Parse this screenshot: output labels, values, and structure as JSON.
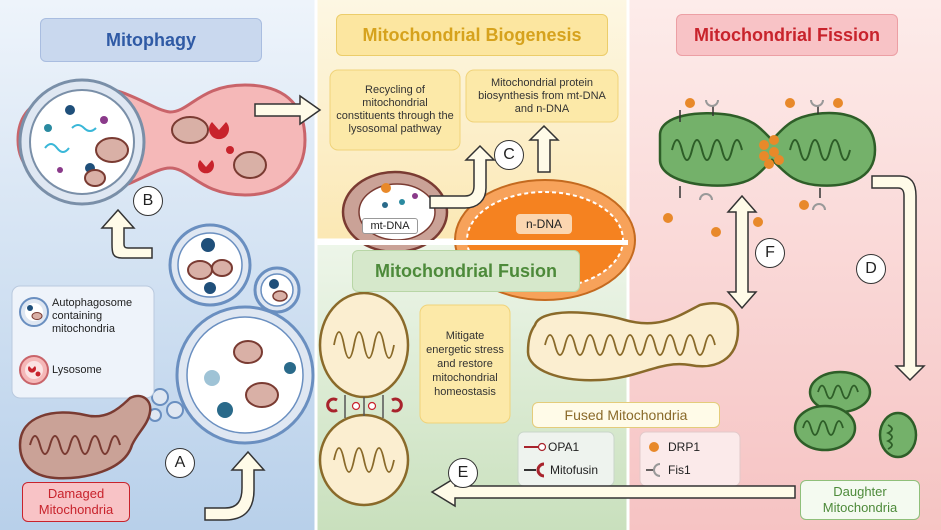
{
  "panels": {
    "mitophagy": {
      "title": "Mitophagy"
    },
    "biogenesis": {
      "title": "Mitochondrial Biogenesis",
      "box1": "Recycling of mitochondrial constituents through the lysosomal pathway",
      "box2": "Mitochondrial protein biosynthesis from mt-DNA and n-DNA",
      "mtdna": "mt-DNA",
      "ndna": "n-DNA"
    },
    "fission": {
      "title": "Mitochondrial Fission",
      "daughter": "Daughter Mitochondria"
    },
    "fusion": {
      "title": "Mitochondrial Fusion",
      "box": "Mitigate energetic stress and restore mitochondrial homeostasis",
      "fused": "Fused Mitochondria"
    }
  },
  "legend_left": {
    "autophagosome": "Autophagosome containing mitochondria",
    "lysosome": "Lysosome"
  },
  "legend_fusion": {
    "opa1": "OPA1",
    "mitofusin": "Mitofusin"
  },
  "legend_fission": {
    "drp1": "DRP1",
    "fis1": "Fis1"
  },
  "damaged": "Damaged Mitochondria",
  "step_labels": {
    "a": "A",
    "b": "B",
    "c": "C",
    "d": "D",
    "e": "E",
    "f": "F"
  },
  "colors": {
    "mitophagy_bg": "#dce8f5",
    "biogenesis_bg": "#fdf3d6",
    "fission_bg": "#fbdedd",
    "fusion_bg": "#e2efd9",
    "title_blue": "#2f5aa5",
    "title_gold": "#d6a21d",
    "title_red": "#c8232c",
    "title_green": "#4d8a3a",
    "mito_green": "#74b16a",
    "mito_tan": "#fbeed0",
    "mito_brown": "#caa297",
    "damaged_red": "#c8232c",
    "drp1_orange": "#e8892a",
    "arrow_fill": "#fffbe8"
  }
}
